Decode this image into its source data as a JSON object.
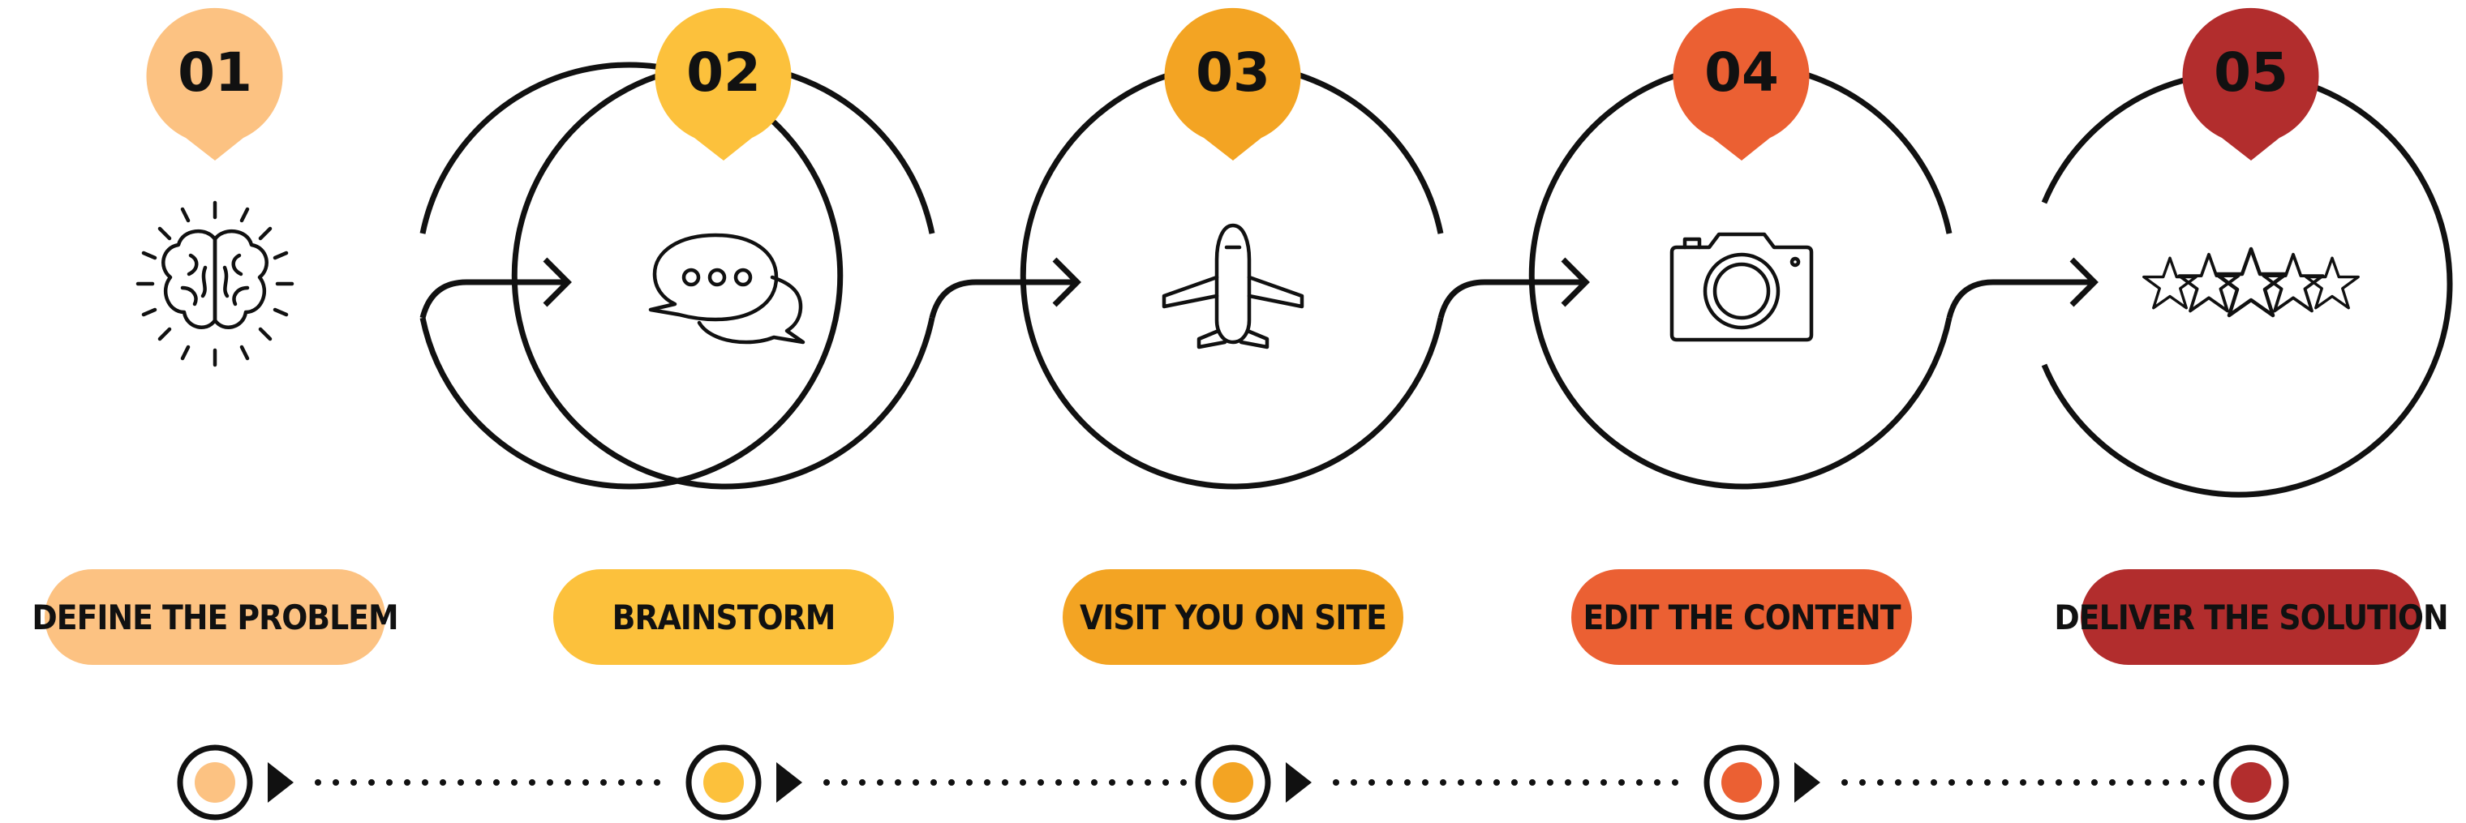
{
  "steps": [
    {
      "number": "01",
      "label": "DEFINE THE PROBLEM",
      "color": "#FCC282",
      "icon": "brain-icon"
    },
    {
      "number": "02",
      "label": "BRAINSTORM",
      "color": "#FCC13C",
      "icon": "chat-bubbles-icon"
    },
    {
      "number": "03",
      "label": "VISIT YOU ON SITE",
      "color": "#F3A423",
      "icon": "airplane-icon"
    },
    {
      "number": "04",
      "label": "EDIT THE CONTENT",
      "color": "#EB6033",
      "icon": "camera-icon"
    },
    {
      "number": "05",
      "label": "DELIVER THE SOLUTION",
      "color": "#B22D2D",
      "icon": "stars-rating-icon"
    }
  ],
  "colors": {
    "stroke": "#111111",
    "background": "#FFFFFF"
  }
}
